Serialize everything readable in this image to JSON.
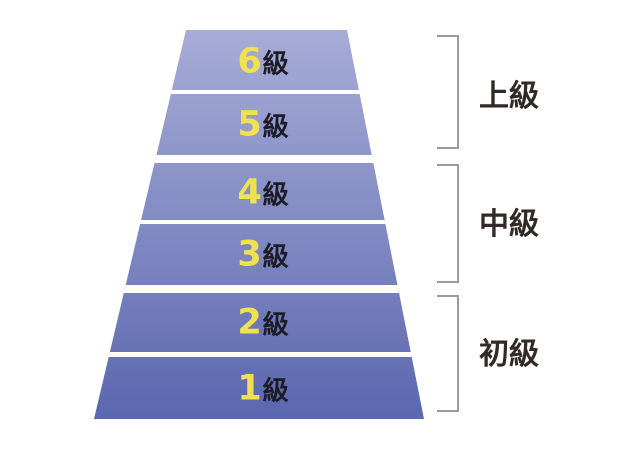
{
  "diagram": {
    "title": "level-pyramid",
    "levels": [
      {
        "num": "6",
        "suffix": "級"
      },
      {
        "num": "5",
        "suffix": "級"
      },
      {
        "num": "4",
        "suffix": "級"
      },
      {
        "num": "3",
        "suffix": "級"
      },
      {
        "num": "2",
        "suffix": "級"
      },
      {
        "num": "1",
        "suffix": "級"
      }
    ],
    "groups": [
      {
        "label": "上級"
      },
      {
        "label": "中級"
      },
      {
        "label": "初級"
      }
    ],
    "colors": {
      "background": "#ffffff",
      "pyramid_top": "#a7acd7",
      "pyramid_bottom": "#5b67ae",
      "separator": "#ffffff",
      "level_number": "#f2e14e",
      "level_suffix": "#1e1c28",
      "bracket": "#9b9b9b",
      "group_label": "#322a26"
    }
  }
}
